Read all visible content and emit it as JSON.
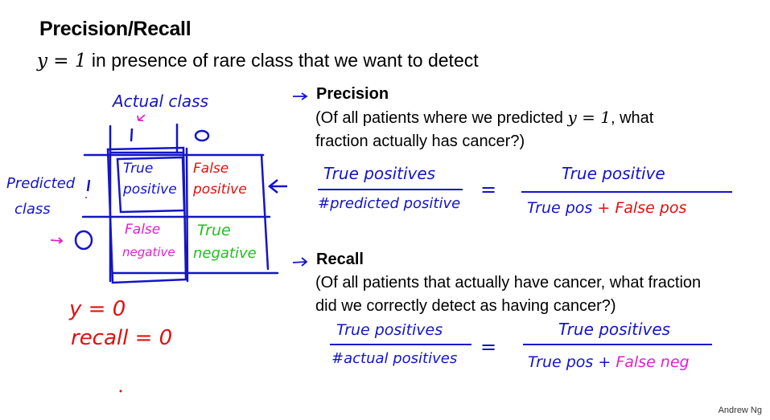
{
  "slide": {
    "title": "Precision/Recall",
    "subtitle_math": "y = 1",
    "subtitle_text": " in presence of rare class that we want to detect",
    "footer": "Andrew Ng"
  },
  "matrix": {
    "actual_label": "Actual class",
    "predicted_label_line1": "Predicted",
    "predicted_label_line2": "class",
    "col_1": "1",
    "col_0": "0",
    "row_1": "1",
    "row_0": "0",
    "cells": {
      "tp_line1": "True",
      "tp_line2": "positive",
      "fp_line1": "False",
      "fp_line2": "positive",
      "fn_line1": "False",
      "fn_line2": "negative",
      "tn_line1": "True",
      "tn_line2": "negative"
    },
    "colors": {
      "ink": "#1414c8",
      "fp": "#e01010",
      "fn": "#e020c8",
      "tn": "#20c020"
    }
  },
  "annotations": {
    "y_eq": "y = 0",
    "recall_eq": "recall = 0"
  },
  "precision": {
    "heading": "Precision",
    "desc_pre": "(Of all patients where we predicted ",
    "desc_math": "y = 1",
    "desc_post": ", what",
    "desc_line2": "fraction actually has cancer?)",
    "frac1_num": "True positives",
    "frac1_den": "#predicted positive",
    "equals": "=",
    "frac2_num": "True positive",
    "frac2_den_a": "True pos",
    "frac2_den_plus": "+",
    "frac2_den_b": "False pos"
  },
  "recall": {
    "heading": "Recall",
    "desc_line1": "(Of all patients that actually have cancer, what fraction",
    "desc_line2": "did we correctly detect as having cancer?)",
    "frac1_num": "True positives",
    "frac1_den": "#actual positives",
    "equals": "=",
    "frac2_num": "True positives",
    "frac2_den_a": "True pos",
    "frac2_den_plus": "+",
    "frac2_den_b": "False neg"
  }
}
